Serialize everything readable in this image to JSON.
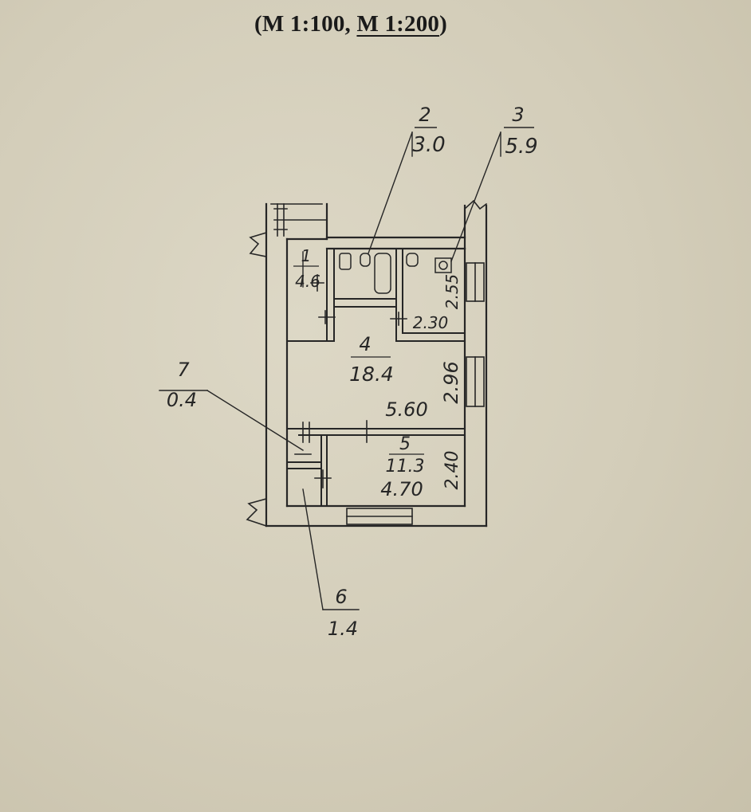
{
  "scale": {
    "open": "(М 1:100, ",
    "underlined": "М 1:200",
    "close": ")"
  },
  "rooms": [
    {
      "number": "1",
      "area": "4.6"
    },
    {
      "number": "2",
      "area": "3.0"
    },
    {
      "number": "3",
      "area": "5.9"
    },
    {
      "number": "4",
      "area": "18.4"
    },
    {
      "number": "5",
      "area": "11.3"
    },
    {
      "number": "6",
      "area": "1.4"
    },
    {
      "number": "7",
      "area": "0.4"
    }
  ],
  "dimensions": {
    "room3_width": "2.30",
    "room3_height": "2.55",
    "room4_width": "5.60",
    "room4_height": "2.96",
    "room5_width": "4.70",
    "room5_height": "2.40"
  },
  "colors": {
    "ink": "#262626",
    "paper": "#d6d0bd"
  }
}
